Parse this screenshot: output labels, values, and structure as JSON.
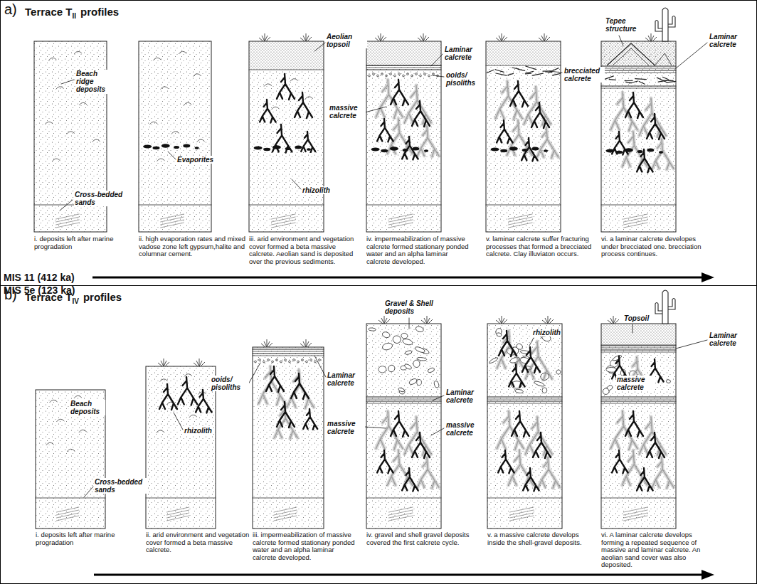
{
  "diagram": {
    "nodes": [
      {
        "text": [
          "a)",
          "Terrace T",
          "II",
          "profiles",
          "MIS 11 (412 ka)"
        ]
      },
      {
        "text": [
          "b)",
          "Terrace T",
          "IV",
          "profiles",
          "MIS 5e (123 ka)"
        ]
      }
    ],
    "labels": [
      "Beach ridge deposits",
      "Cross-bedded sands",
      "Evaporites",
      "Aeolian topsoil",
      "rhizolith",
      "massive calcrete",
      "Laminar calcrete",
      "ooids/ pisoliths",
      "brecciated calcrete",
      "Tepee structure",
      "Laminar calcrete",
      "i. deposits left after marine progradation",
      "ii. high evaporation rates and mixed vadose zone left gypsum,halite and columnar cement.",
      "iii. arid environment and vegetation cover formed a beta massive calcrete. Aeolian sand is deposited over the previous sediments.",
      "iv. impermeabilization of massive calcrete formed stationary ponded water and an alpha laminar calcrete developed.",
      "v. laminar calcrete suffer fracturing processes that formed a brecciated calcrete. Clay illuviaton occurs.",
      "vi. a laminar calcrete developes under brecciated one. brecciation process continues.",
      "Beach deposits",
      "Cross-bedded sands",
      "rhizolith",
      "ooids/ pisoliths",
      "Laminar calcrete",
      "massive calcrete",
      "Gravel & Shell deposits",
      "Laminar calcrete",
      "massive calcrete",
      "rhizolith",
      "Topsoil",
      "Laminar calcrete",
      "massive calcrete",
      "i. deposits left after marine progradation",
      "ii. arid environment and vegetation cover formed a beta massive calcrete.",
      "iii. impermeabilization of massive calcrete formed stationary ponded water and an alpha laminar calcrete developed.",
      "iv. gravel and shell gravel deposits covered the first calcrete cycle.",
      "v. a massive calcrete develops inside the shell-gravel deposits.",
      "vi. A laminar calcrete develops forming a repeated sequence of massive and laminar calcrete. An aeolian sand cover was also deposited."
    ]
  }
}
